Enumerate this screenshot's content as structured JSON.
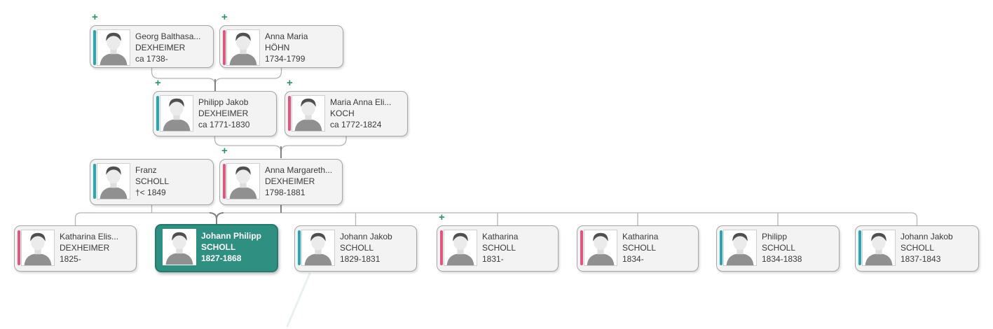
{
  "app": {
    "view": "family-tree-chart"
  },
  "labels": {
    "add_person": "+"
  },
  "colors": {
    "male_stripe": "#2ba4b6",
    "female_stripe": "#e2557c",
    "selected_card_bg": "#2f8f80",
    "selected_card_border": "#27796c",
    "selected_text": "#ffffff",
    "add_button_green": "#2c9460",
    "card_bg": "#f3f3f3",
    "card_border": "#a6a6a6",
    "connector": "#b4b4b4",
    "connector_emphasis": "#828282",
    "text": "#3a3a3a"
  },
  "persons": [
    {
      "given": "Georg Balthasa...",
      "surname": "DEXHEIMER",
      "dates": "ca 1738-",
      "sex": "male",
      "generation": 1,
      "has_add_button": true,
      "selected": false
    },
    {
      "given": "Anna Maria",
      "surname": "HÖHN",
      "dates": "1734-1799",
      "sex": "female",
      "generation": 1,
      "has_add_button": true,
      "selected": false
    },
    {
      "given": "Philipp Jakob",
      "surname": "DEXHEIMER",
      "dates": "ca 1771-1830",
      "sex": "male",
      "generation": 2,
      "has_add_button": true,
      "selected": false
    },
    {
      "given": "Maria Anna Eli...",
      "surname": "KOCH",
      "dates": "ca 1772-1824",
      "sex": "female",
      "generation": 2,
      "has_add_button": true,
      "selected": false
    },
    {
      "given": "Franz",
      "surname": "SCHOLL",
      "dates": "†< 1849",
      "sex": "male",
      "generation": 3,
      "has_add_button": false,
      "selected": false
    },
    {
      "given": "Anna Margareth...",
      "surname": "DEXHEIMER",
      "dates": "1798-1881",
      "sex": "female",
      "generation": 3,
      "has_add_button": true,
      "selected": false
    },
    {
      "given": "Katharina Elis...",
      "surname": "DEXHEIMER",
      "dates": "1825-",
      "sex": "female",
      "generation": 4,
      "has_add_button": false,
      "selected": false
    },
    {
      "given": "Johann Philipp",
      "surname": "SCHOLL",
      "dates": "1827-1868",
      "sex": "male",
      "generation": 4,
      "has_add_button": false,
      "selected": true
    },
    {
      "given": "Johann Jakob",
      "surname": "SCHOLL",
      "dates": "1829-1831",
      "sex": "male",
      "generation": 4,
      "has_add_button": false,
      "selected": false
    },
    {
      "given": "Katharina",
      "surname": "SCHOLL",
      "dates": "1831-",
      "sex": "female",
      "generation": 4,
      "has_add_button": true,
      "selected": false
    },
    {
      "given": "Katharina",
      "surname": "SCHOLL",
      "dates": "1834-",
      "sex": "female",
      "generation": 4,
      "has_add_button": false,
      "selected": false
    },
    {
      "given": "Philipp",
      "surname": "SCHOLL",
      "dates": "1834-1838",
      "sex": "male",
      "generation": 4,
      "has_add_button": false,
      "selected": false
    },
    {
      "given": "Johann Jakob",
      "surname": "SCHOLL",
      "dates": "1837-1843",
      "sex": "male",
      "generation": 4,
      "has_add_button": false,
      "selected": false
    }
  ]
}
